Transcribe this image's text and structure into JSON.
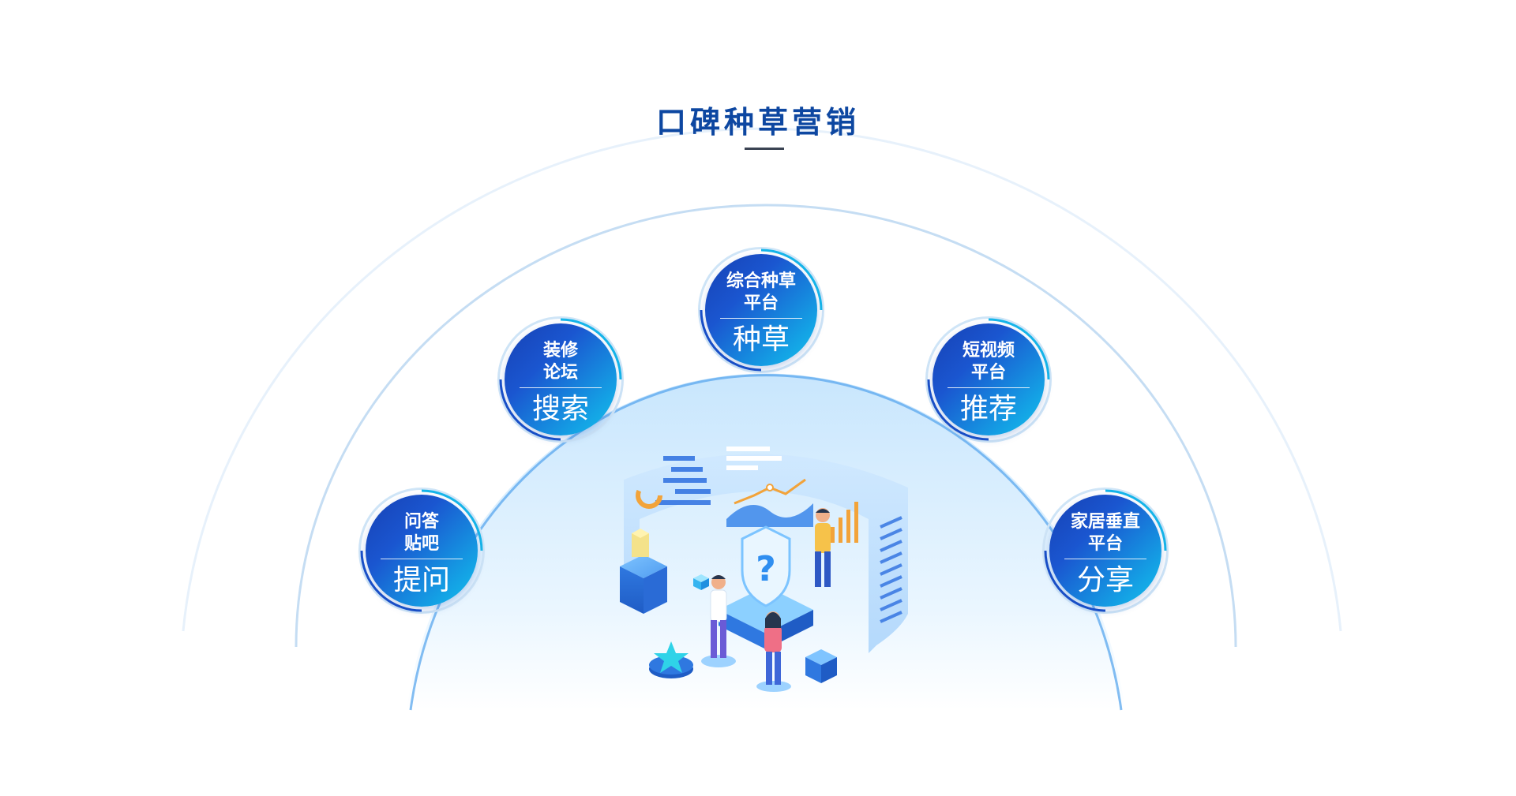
{
  "title": "口碑种草营销",
  "nodes": [
    {
      "id": "wenda",
      "top_line1": "问答",
      "top_line2": "贴吧",
      "bottom": "提问"
    },
    {
      "id": "zhuangxiu",
      "top_line1": "装修",
      "top_line2": "论坛",
      "bottom": "搜索"
    },
    {
      "id": "zonghe",
      "top_line1": "综合种草",
      "top_line2": "平台",
      "bottom": "种草"
    },
    {
      "id": "duanshipin",
      "top_line1": "短视频",
      "top_line2": "平台",
      "bottom": "推荐"
    },
    {
      "id": "jiaju",
      "top_line1": "家居垂直",
      "top_line2": "平台",
      "bottom": "分享"
    }
  ],
  "colors": {
    "title": "#0d47a1",
    "node_gradient_start": "#1741b4",
    "node_gradient_end": "#14c0ea",
    "arc_accent": "#1e88e5"
  },
  "illustration": {
    "icons": [
      "question-shield-icon",
      "star-icon",
      "cube-icon",
      "line-chart-icon",
      "bar-chart-icon",
      "people-icon"
    ]
  }
}
